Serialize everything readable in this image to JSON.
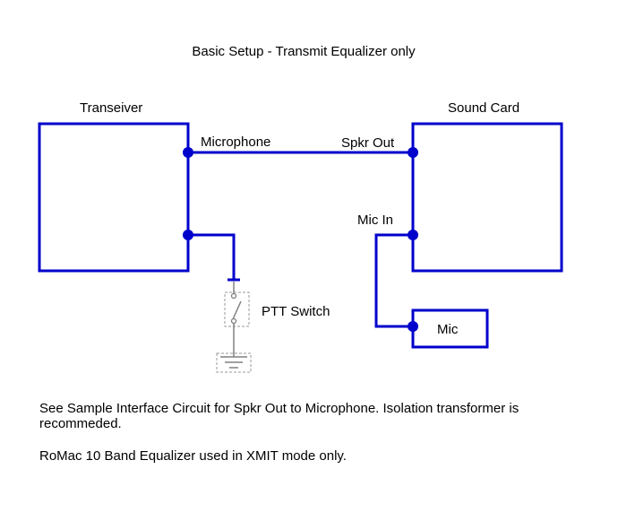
{
  "diagram": {
    "title": "Basic Setup - Transmit Equalizer only",
    "wire_color": "#0000cc",
    "switch_color": "#808080",
    "blocks": {
      "transceiver": {
        "label": "Transeiver"
      },
      "sound_card": {
        "label": "Sound Card"
      },
      "mic": {
        "label": "Mic"
      }
    },
    "ports": {
      "microphone": "Microphone",
      "spkr_out": "Spkr Out",
      "mic_in": "Mic In"
    },
    "ptt_switch": {
      "label": "PTT Switch"
    },
    "notes": [
      "See Sample Interface Circuit for Spkr Out to Microphone. Isolation transformer is",
      "recommeded.",
      "RoMac 10 Band Equalizer used in XMIT mode only."
    ]
  }
}
